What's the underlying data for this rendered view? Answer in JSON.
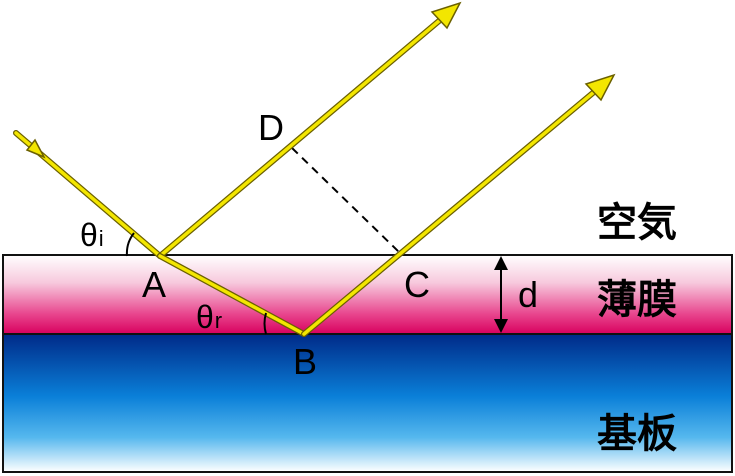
{
  "labels": {
    "point_a": "A",
    "point_b": "B",
    "point_c": "C",
    "point_d": "D",
    "thickness": "d",
    "incidence_angle_symbol": "θ",
    "incidence_angle_sub": "i",
    "refraction_angle_symbol": "θ",
    "refraction_angle_sub": "r"
  },
  "regions": {
    "air": "空気",
    "film": "薄膜",
    "substrate": "基板"
  },
  "colors": {
    "ray": "#f3e600",
    "ray_outline": "#6b6000",
    "film_edge": "#d8005e",
    "film_mid": "#ffffff",
    "substrate_top": "#002a88",
    "substrate_mid": "#0a8ae0",
    "substrate_bottom": "#ffffff"
  }
}
